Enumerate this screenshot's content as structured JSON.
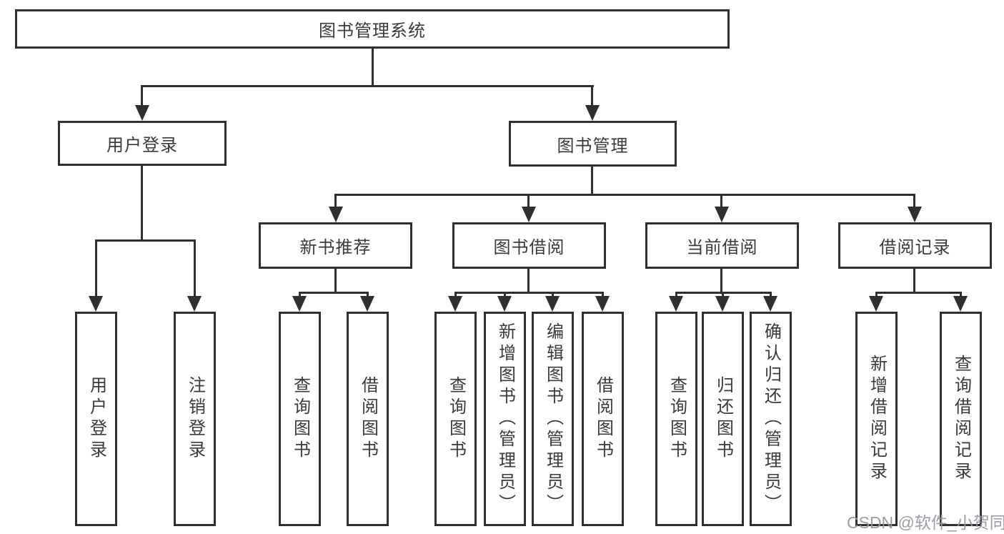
{
  "diagram": {
    "title": "图书管理系统",
    "colors": {
      "line": "#2f2f2f",
      "text": "#3a3a3a",
      "background": "#ffffff",
      "watermark": "#9499a0"
    },
    "root": {
      "label": "图书管理系统"
    },
    "level2": [
      {
        "label": "用户登录"
      },
      {
        "label": "图书管理"
      }
    ],
    "level3": [
      {
        "label": "新书推荐"
      },
      {
        "label": "图书借阅"
      },
      {
        "label": "当前借阅"
      },
      {
        "label": "借阅记录"
      }
    ],
    "leaves": [
      {
        "label": "用户登录"
      },
      {
        "label": "注销登录"
      },
      {
        "label": "查询图书"
      },
      {
        "label": "借阅图书"
      },
      {
        "label": "查询图书"
      },
      {
        "label": "新增图书（管理员）"
      },
      {
        "label": "编辑图书（管理员）"
      },
      {
        "label": "借阅图书"
      },
      {
        "label": "查询图书"
      },
      {
        "label": "归还图书"
      },
      {
        "label": "确认归还（管理员）"
      },
      {
        "label": "新增借阅记录"
      },
      {
        "label": "查询借阅记录"
      }
    ]
  },
  "watermark": {
    "text": "CSDN @软件_小贺同学"
  }
}
